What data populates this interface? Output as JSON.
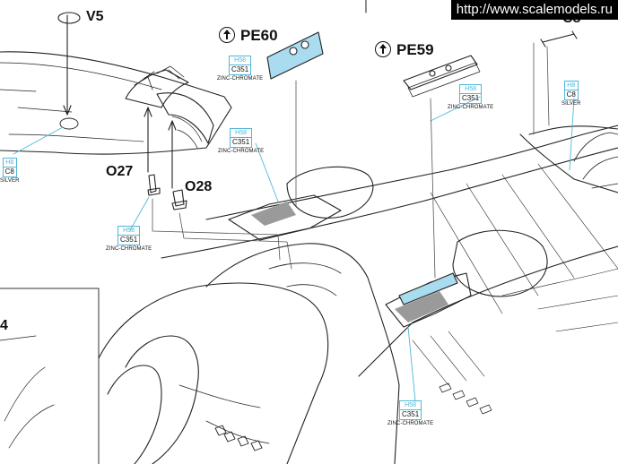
{
  "watermark": "http://www.scalemodels.ru",
  "parts": {
    "v5": "V5",
    "o27": "O27",
    "o28": "O28",
    "pe60": "PE60",
    "pe59": "PE59",
    "c8_top": "C8",
    "step_4": "4"
  },
  "paint_callouts": {
    "left_wing": {
      "h": "H8",
      "c": "C8",
      "name": "SILVER"
    },
    "o27": {
      "h": "H58",
      "c": "C351",
      "name": "ZINC-CHROMATE"
    },
    "pe60": {
      "h": "H58",
      "c": "C351",
      "name": "ZINC-CHROMATE"
    },
    "bay_left": {
      "h": "H58",
      "c": "C351",
      "name": "ZINC-CHROMATE"
    },
    "pe59": {
      "h": "H58",
      "c": "C351",
      "name": "ZINC-CHROMATE"
    },
    "right_wing": {
      "h": "H8",
      "c": "C8",
      "name": "SILVER"
    },
    "bay_right": {
      "h": "H58",
      "c": "C351",
      "name": "ZINC-CHROMATE"
    }
  },
  "colors": {
    "line": "#222222",
    "callout": "#4fb7d9",
    "photoetch": "#aadcf0",
    "shade": "#9a9a9a"
  }
}
